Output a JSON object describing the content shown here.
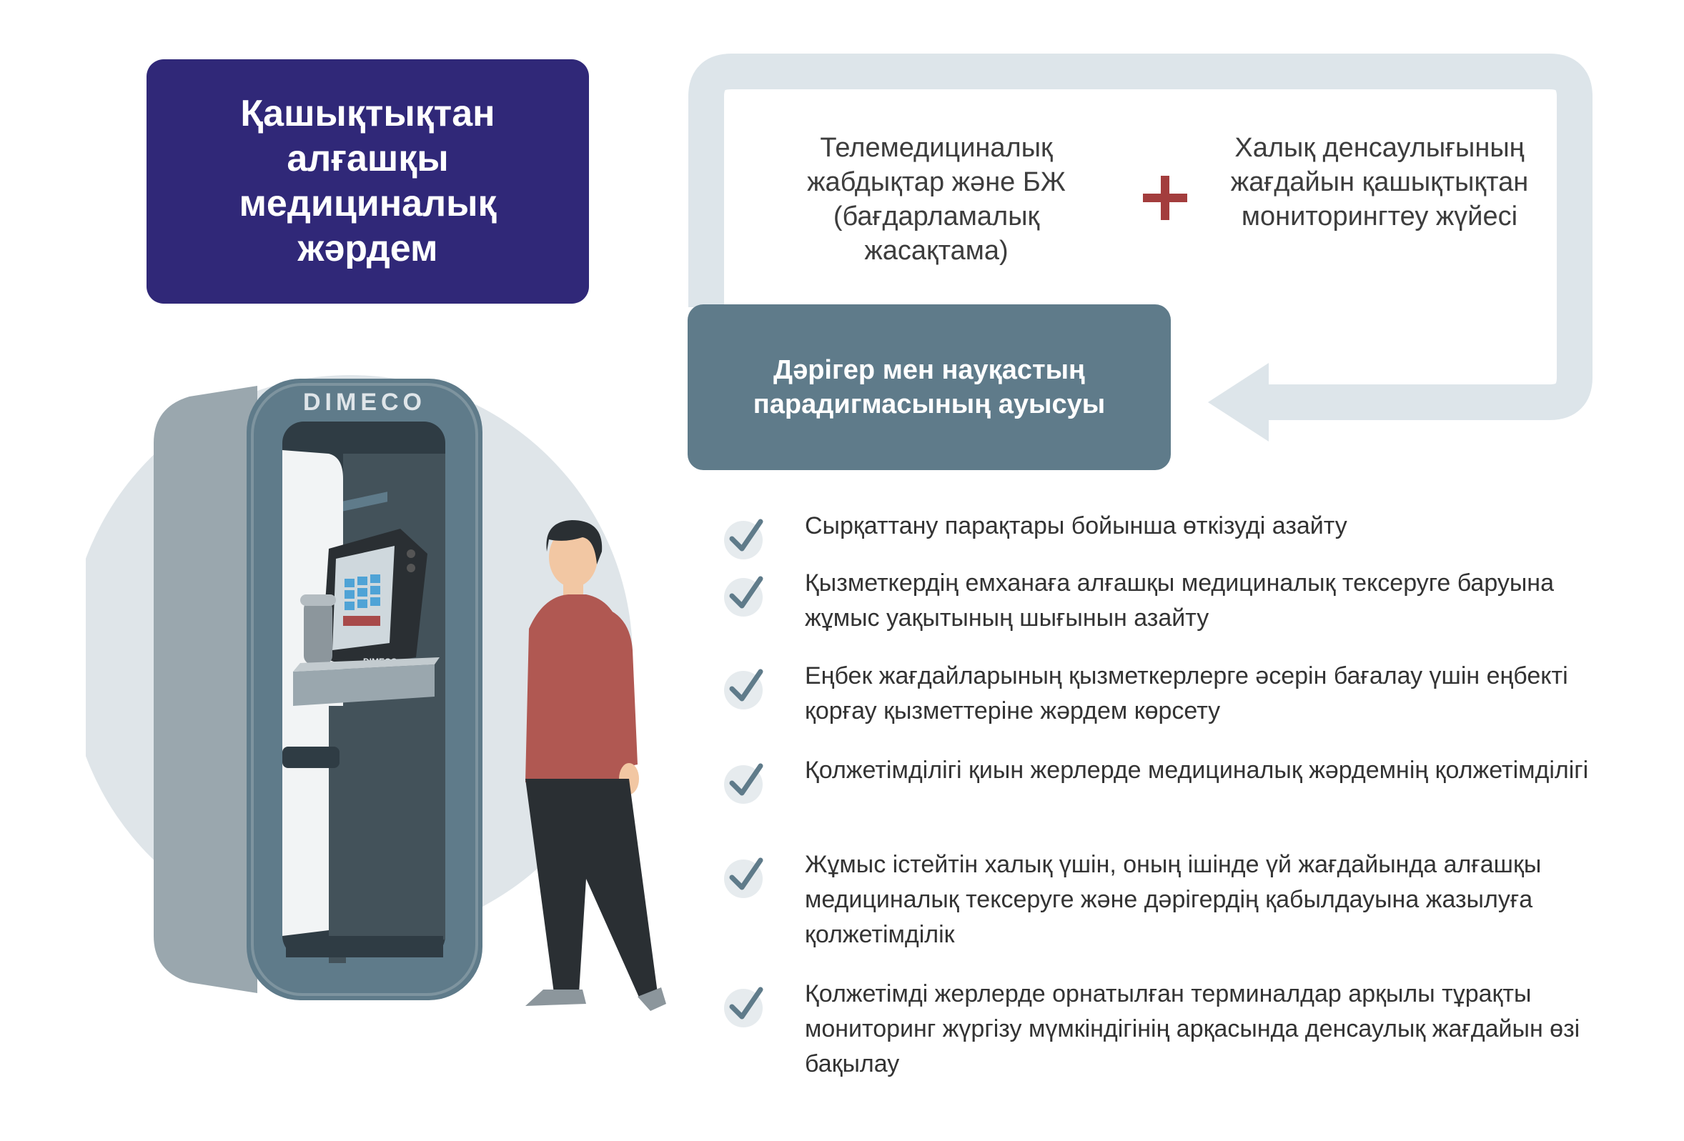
{
  "title": "Қашықтықтан алғашқы медициналық жәрдем",
  "telemedicine": "Телемедициналық жабдықтар және БЖ (бағдарламалық жасақтама)",
  "monitoring": "Халық денсаулығының жағдайын қашықтықтан мониторингтеу жүйесі",
  "plus_symbol": "+",
  "paradigm": "Дәрігер мен науқастың парадигмасының ауысуы",
  "booth_brand": "DIMECO",
  "terminal_brand": "DIMECO",
  "benefits": [
    "Сырқаттану парақтары бойынша өткізуді азайту",
    "Қызметкердің емханаға алғашқы медициналық тексеруге баруына жұмыс уақытының шығынын азайту",
    "Еңбек жағдайларының қызметкерлерге әсерін бағалау үшін еңбекті қорғау қызметтеріне жәрдем көрсету",
    "Қолжетімділігі қиын жерлерде медициналық жәрдемнің қолжетімділігі",
    "Жұмыс істейтін халық үшін, оның ішінде үй жағдайында алғашқы медициналық тексеруге және дәрігердің қабылдауына жазылуға қолжетімділік",
    "Қолжетімді жерлерде орнатылған терминалдар арқылы тұрақты мониторинг жүргізу мүмкіндігінің арқасында денсаулық жағдайын өзі бақылау"
  ],
  "colors": {
    "title_bg": "#302878",
    "paradigm_bg": "#5f7b8a",
    "loop_arrow": "#dde5ea",
    "plus": "#a33d3d",
    "check": "#5f7b8a",
    "check_bg": "#e6ebee"
  }
}
